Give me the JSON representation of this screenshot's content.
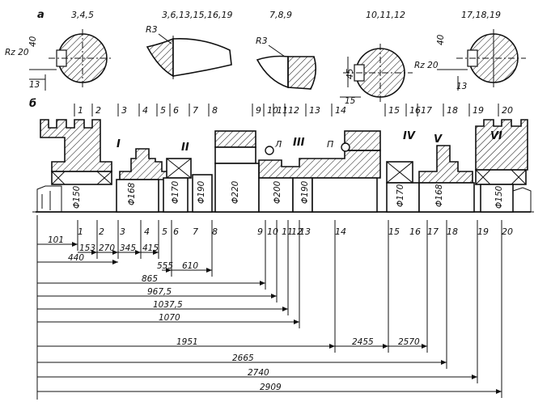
{
  "labels": {
    "part_a": "а",
    "part_b": "б",
    "top_groups": [
      "3,4,5",
      "3,6,13,15,16,19",
      "7,8,9",
      "10,11,12",
      "17,18,19"
    ],
    "radius_labels": [
      "R3",
      "R3"
    ],
    "roughness": [
      "Rz 20",
      "Rz 20"
    ],
    "small_dims": [
      "40",
      "13",
      "45",
      "15",
      "40",
      "13"
    ],
    "roman": [
      "I",
      "II",
      "III",
      "IV",
      "V",
      "VI"
    ],
    "bearing_letters": [
      "Л",
      "П"
    ],
    "diameters": [
      "Φ150",
      "Φ168",
      "Φ170",
      "Φ190",
      "Φ220",
      "Φ200",
      "Φ190",
      "Φ170",
      "Φ168",
      "Φ150"
    ],
    "section_numbers": [
      "1",
      "2",
      "3",
      "4",
      "5",
      "6",
      "7",
      "8",
      "9",
      "10",
      "11",
      "12",
      "13",
      "14",
      "15",
      "16",
      "17",
      "18",
      "19",
      "20"
    ]
  },
  "dimensions": [
    {
      "value": "101"
    },
    {
      "value": "153"
    },
    {
      "value": "270"
    },
    {
      "value": "345"
    },
    {
      "value": "415"
    },
    {
      "value": "440"
    },
    {
      "value": "555"
    },
    {
      "value": "610"
    },
    {
      "value": "865"
    },
    {
      "value": "967,5"
    },
    {
      "value": "1037,5"
    },
    {
      "value": "1070"
    },
    {
      "value": "1951"
    },
    {
      "value": "2455"
    },
    {
      "value": "2570"
    },
    {
      "value": "2665"
    },
    {
      "value": "2740"
    },
    {
      "value": "2909"
    }
  ]
}
